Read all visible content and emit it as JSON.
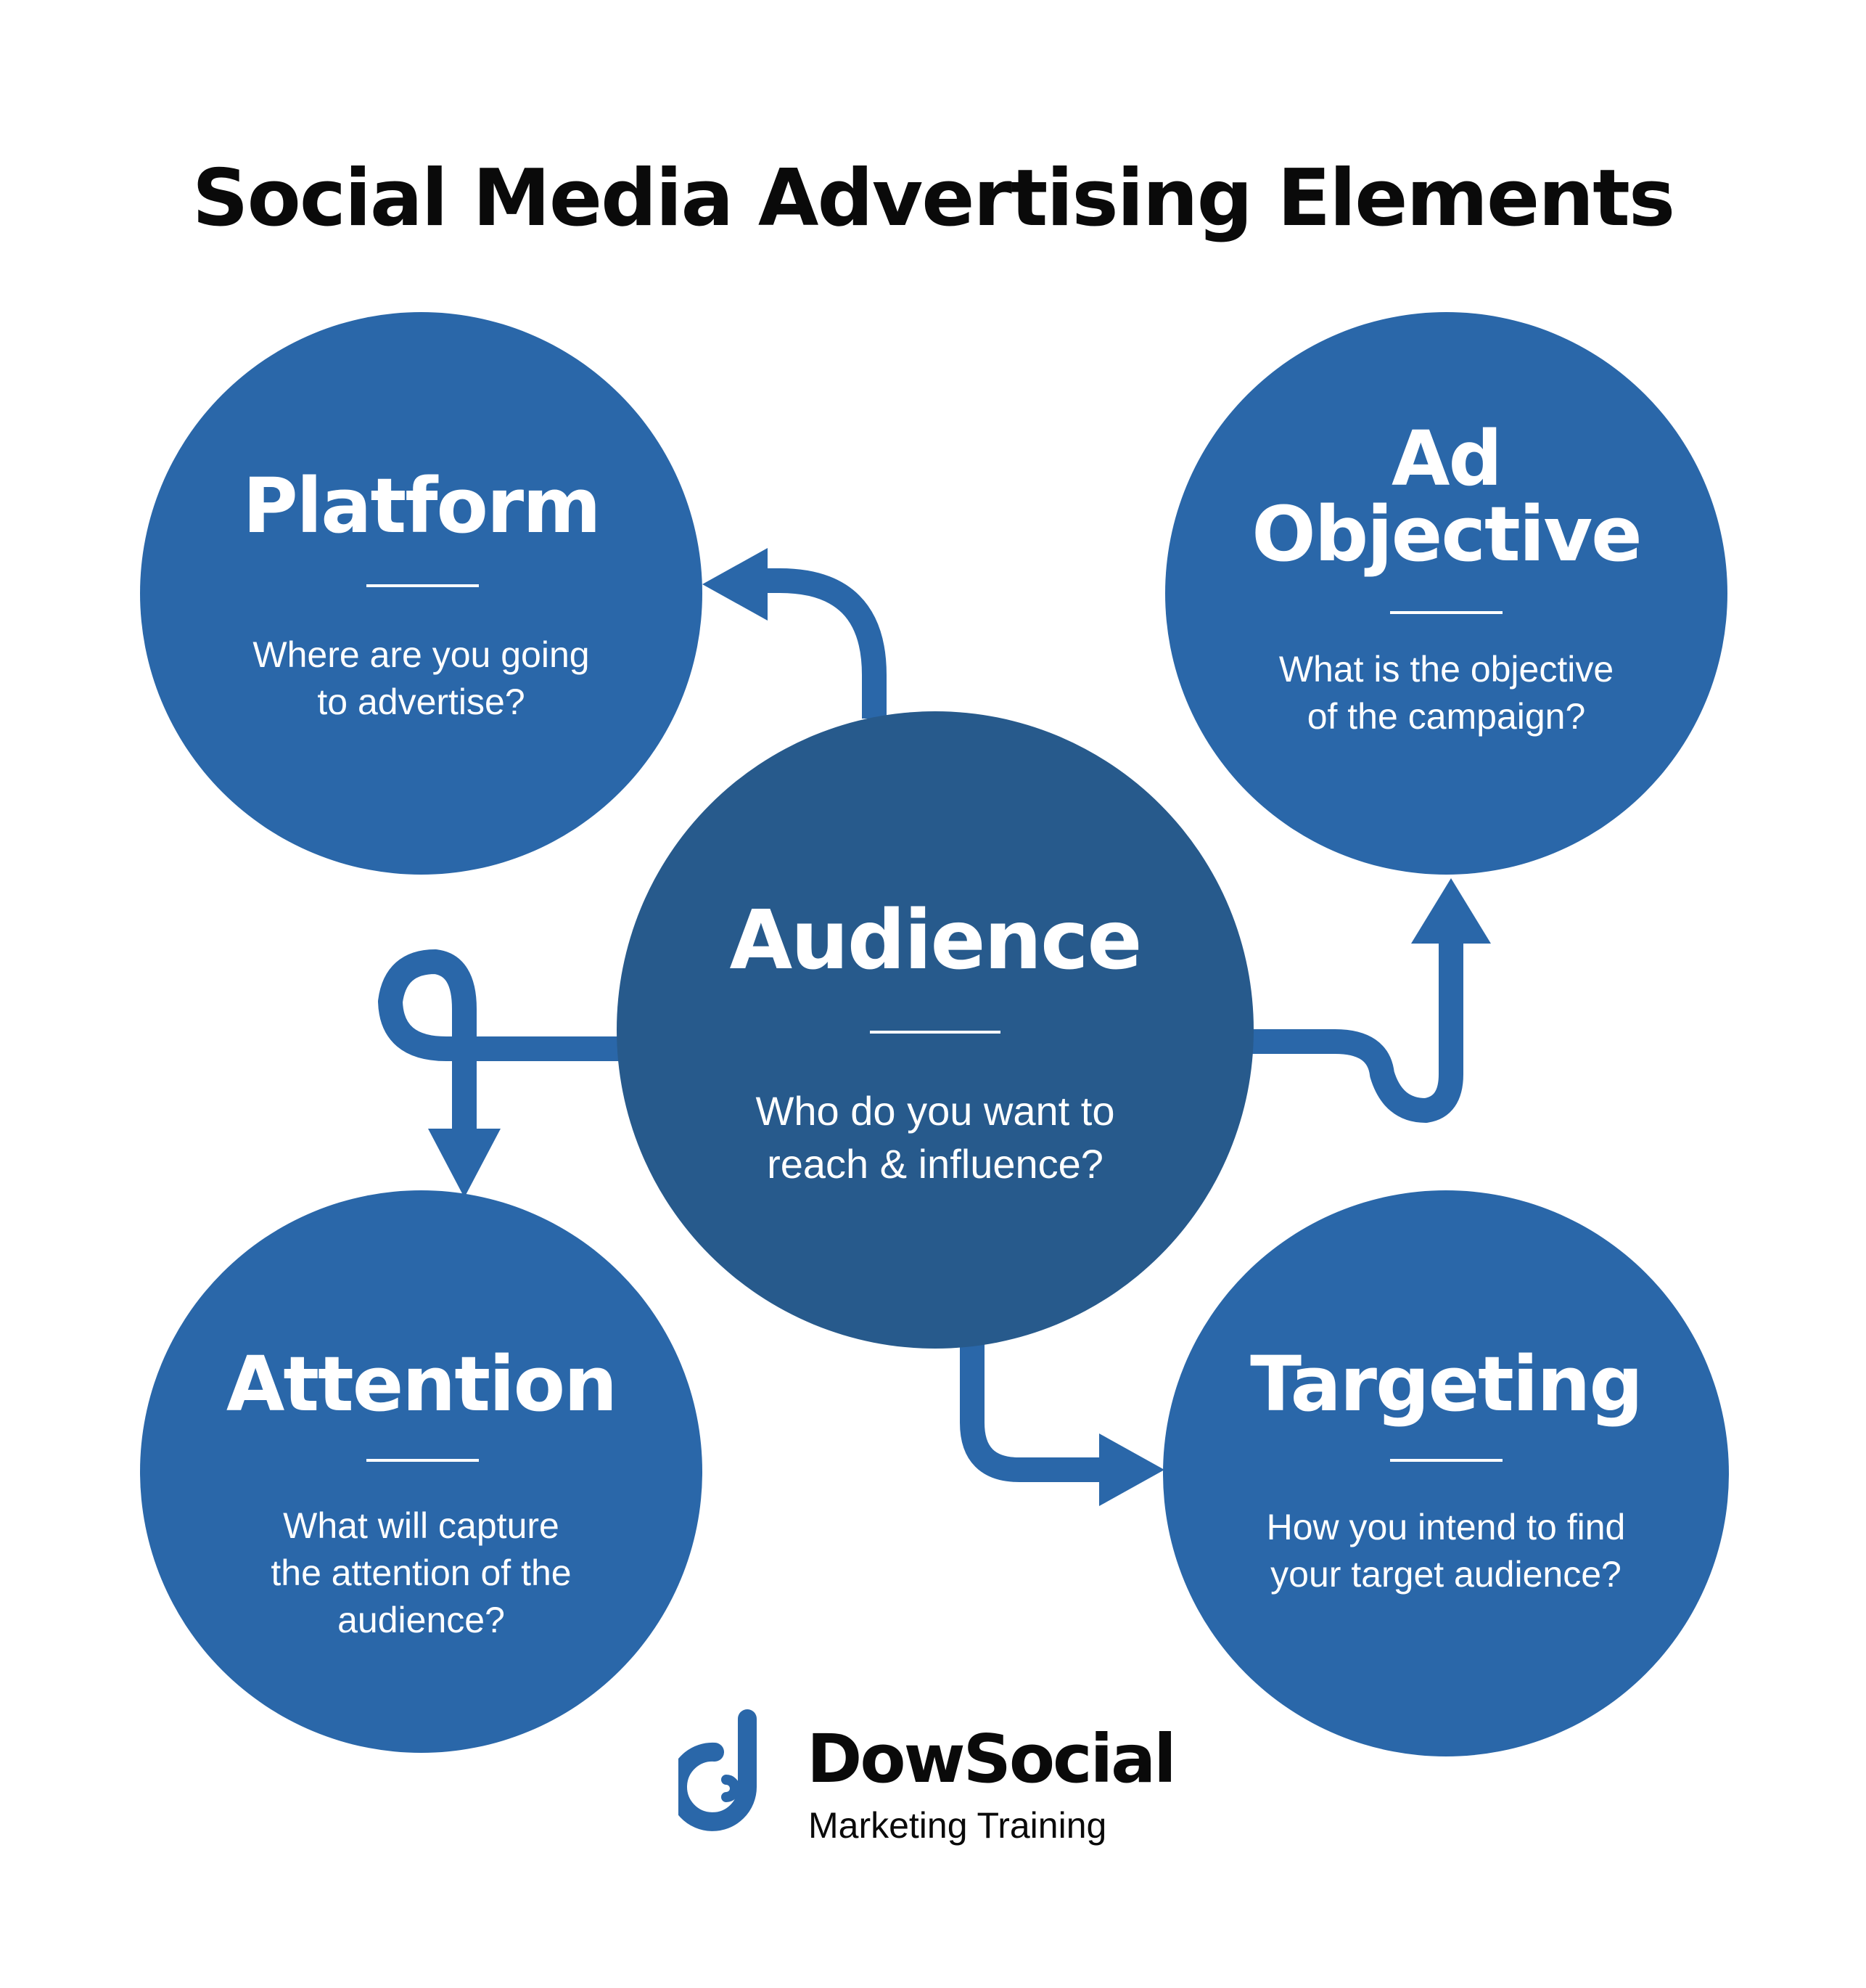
{
  "title": "Social Media Advertising Elements",
  "colors": {
    "node": "#2a67a9",
    "center_node": "#275a8c",
    "connector": "#2a67a9",
    "text_dark": "#0a0a0a",
    "text_light": "#ffffff"
  },
  "nodes": {
    "platform": {
      "heading": "Platform",
      "question_line1": "Where are you going",
      "question_line2": "to advertise?"
    },
    "ad_objective": {
      "heading_line1": "Ad",
      "heading_line2": "Objective",
      "question_line1": "What is the objective",
      "question_line2": "of the campaign?"
    },
    "audience": {
      "heading": "Audience",
      "question_line1": "Who do you want to",
      "question_line2": "reach & influence?"
    },
    "attention": {
      "heading": "Attention",
      "question_line1": "What will capture",
      "question_line2": "the attention of the",
      "question_line3": "audience?"
    },
    "targeting": {
      "heading": "Targeting",
      "question_line1": "How you intend to find",
      "question_line2": "your target audience?"
    }
  },
  "connections": [
    {
      "from": "Audience",
      "to": "Platform"
    },
    {
      "from": "Audience",
      "to": "Ad Objective"
    },
    {
      "from": "Audience",
      "to": "Attention"
    },
    {
      "from": "Audience",
      "to": "Targeting"
    }
  ],
  "brand": {
    "logo_icon": "dowsocial-d-logo-icon",
    "name": "DowSocial",
    "tagline": "Marketing Training"
  }
}
